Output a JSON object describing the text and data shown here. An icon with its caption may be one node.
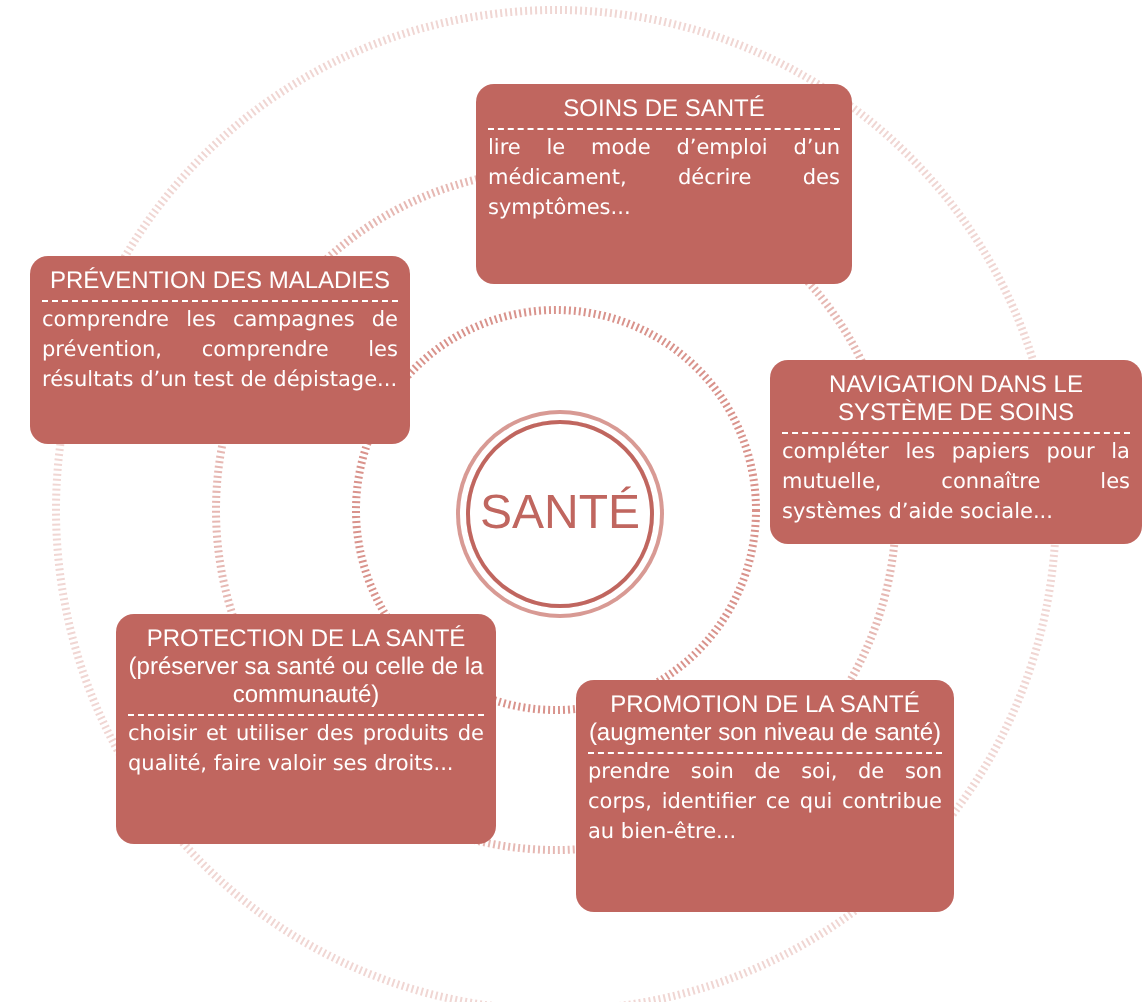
{
  "diagram": {
    "nodes": [
      {
        "text": [
          "SOINS DE SANTÉ",
          "lire le mode d’emploi d’un médicament, décrire des symptômes..."
        ]
      },
      {
        "text": [
          "PRÉVENTION DES MALADIES",
          "comprendre les campagnes de prévention, comprendre les résultats d’un test de dépistage..."
        ]
      },
      {
        "text": [
          "NAVIGATION DANS LE SYSTÈME DE SOINS",
          "compléter les papiers pour la mutuelle, connaître les systèmes d’aide sociale..."
        ]
      },
      {
        "text": [
          "SANTÉ"
        ]
      },
      {
        "text": [
          "PROTECTION DE LA SANTÉ",
          "(préserver sa santé ou celle de la communauté)",
          "choisir et utiliser des produits de qualité, faire valoir ses droits..."
        ]
      },
      {
        "text": [
          "PROMOTION DE LA SANTÉ",
          "(augmenter son niveau de santé)",
          "prendre soin de soi, de son corps, identifier ce qui contribue au bien-être..."
        ]
      }
    ],
    "edges": []
  }
}
